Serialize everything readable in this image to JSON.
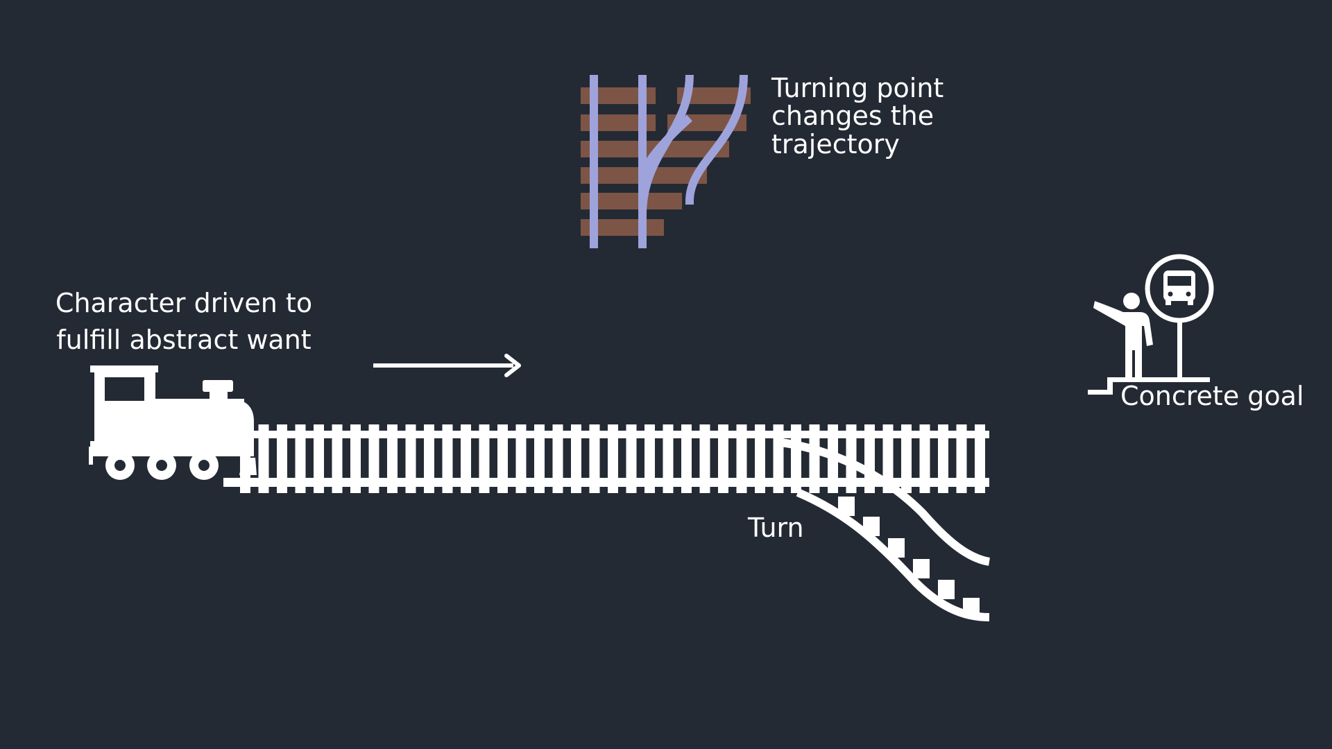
{
  "slide": {
    "background": "#242a34",
    "foreground": "#ffffff",
    "switch_rail_color": "#9fa3db",
    "switch_tie_color": "#7d5546"
  },
  "labels": {
    "start": "Character driven to\nfulfill abstract want",
    "turning_point": "Turning point\nchanges the\ntrajectory",
    "turn": "Turn",
    "goal": "Concrete goal"
  },
  "icons": {
    "train": "steam-locomotive-icon",
    "track": "railroad-track-icon",
    "switch": "railroad-switch-icon",
    "arrow": "right-arrow-icon",
    "goal": "person-at-bus-stop-icon"
  }
}
